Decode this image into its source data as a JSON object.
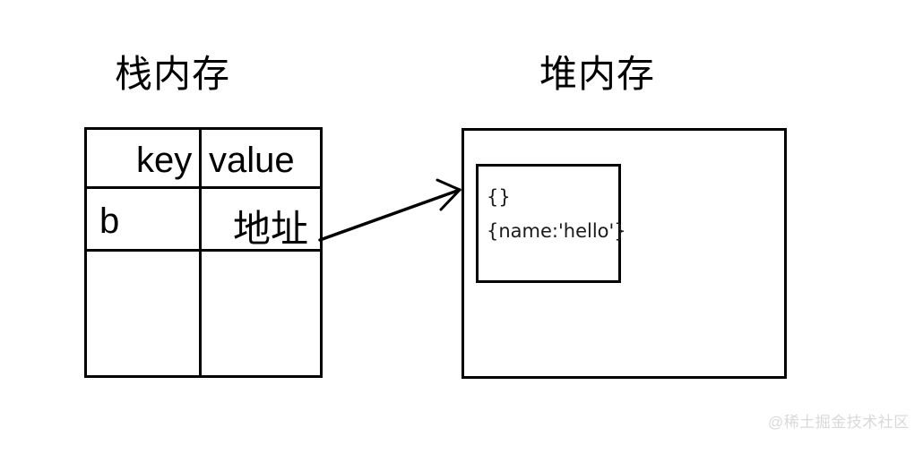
{
  "diagram": {
    "stack": {
      "heading": "栈内存",
      "table": {
        "header": {
          "key": "key",
          "value": "value"
        },
        "rows": [
          {
            "key": "b",
            "value": "地址"
          },
          {
            "key": "",
            "value": ""
          }
        ]
      }
    },
    "heap": {
      "heading": "堆内存",
      "object": {
        "lines": [
          "{}",
          "{name:'hello'}"
        ]
      }
    },
    "arrow": {
      "label": "reference-arrow",
      "from": "stack-value-cell",
      "to": "heap-object"
    }
  },
  "watermark": {
    "text": "@稀土掘金技术社区"
  },
  "colors": {
    "stroke": "#000000",
    "background": "#ffffff",
    "watermark": "#d9d9d9"
  }
}
